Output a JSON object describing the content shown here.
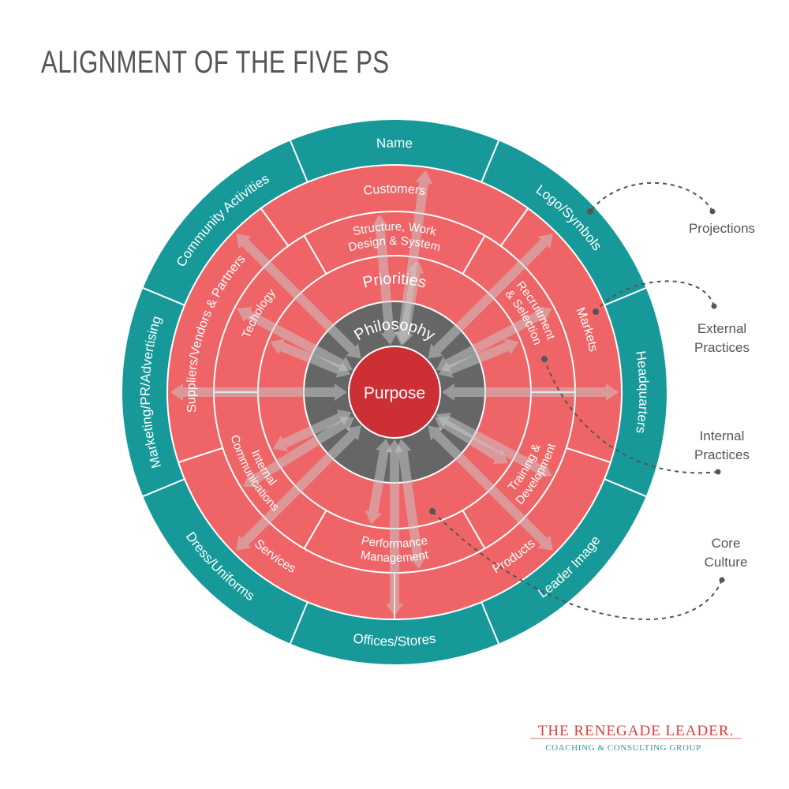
{
  "title": "ALIGNMENT OF THE FIVE PS",
  "colors": {
    "projections": "#17999a",
    "practices": "#ef6567",
    "philosophy": "#666666",
    "purpose": "#cc3035",
    "arrows": "#c9cccc",
    "annotation": "#555555"
  },
  "center": {
    "purpose": "Purpose",
    "philosophy": "Philosophy",
    "priorities": "Priorities"
  },
  "projections": [
    "Name",
    "Logo/Symbols",
    "Headquarters",
    "Leader Image",
    "Offices/Stores",
    "Dress/Uniforms",
    "Marketing/PR/Advertising",
    "Community Activities"
  ],
  "external_practices": [
    "Customers",
    "Markets",
    "Products",
    "Services",
    "Suppliers/Vendors & Partners"
  ],
  "internal_practices": [
    {
      "line1": "Structure, Work",
      "line2": "Design & System"
    },
    {
      "line1": "Recruitment",
      "line2": "& Selection"
    },
    {
      "line1": "Training &",
      "line2": "Development"
    },
    {
      "line1": "Performance",
      "line2": "Management"
    },
    {
      "line1": "Internal",
      "line2": "Communications"
    },
    {
      "line1": "Techology",
      "line2": ""
    }
  ],
  "legend": [
    {
      "line1": "Projections",
      "line2": ""
    },
    {
      "line1": "External",
      "line2": "Practices"
    },
    {
      "line1": "Internal",
      "line2": "Practices"
    },
    {
      "line1": "Core",
      "line2": "Culture"
    }
  ],
  "logo": {
    "name": "THE RENEGADE LEADER.",
    "tagline": "COACHING & CONSULTING GROUP"
  }
}
